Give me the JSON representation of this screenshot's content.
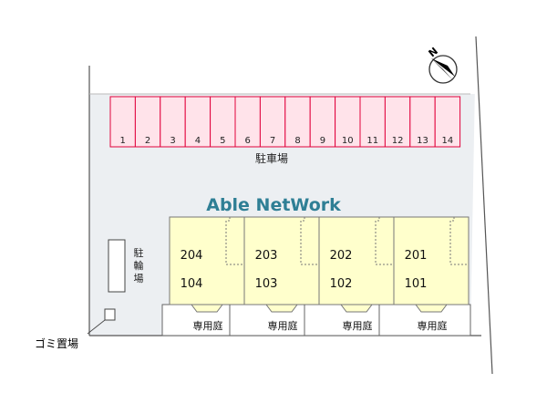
{
  "watermark": "Able NetWork",
  "compass": {
    "north_label": "N"
  },
  "parking": {
    "label": "駐車場",
    "spaces": [
      "1",
      "2",
      "3",
      "4",
      "5",
      "6",
      "7",
      "8",
      "9",
      "10",
      "11",
      "12",
      "13",
      "14"
    ]
  },
  "bicycle_parking": {
    "label": [
      "駐",
      "輪",
      "場"
    ]
  },
  "garbage": {
    "label": "ゴミ置場"
  },
  "units": [
    {
      "upper": "204",
      "lower": "104",
      "garden": "専用庭"
    },
    {
      "upper": "203",
      "lower": "103",
      "garden": "専用庭"
    },
    {
      "upper": "202",
      "lower": "102",
      "garden": "専用庭"
    },
    {
      "upper": "201",
      "lower": "101",
      "garden": "専用庭"
    }
  ],
  "colors": {
    "lot": "#eceff2",
    "parking_fill": "#ffe3ea",
    "parking_stroke": "#e0003b",
    "unit_fill": "#ffffcc",
    "watermark": "#2f7f95"
  }
}
